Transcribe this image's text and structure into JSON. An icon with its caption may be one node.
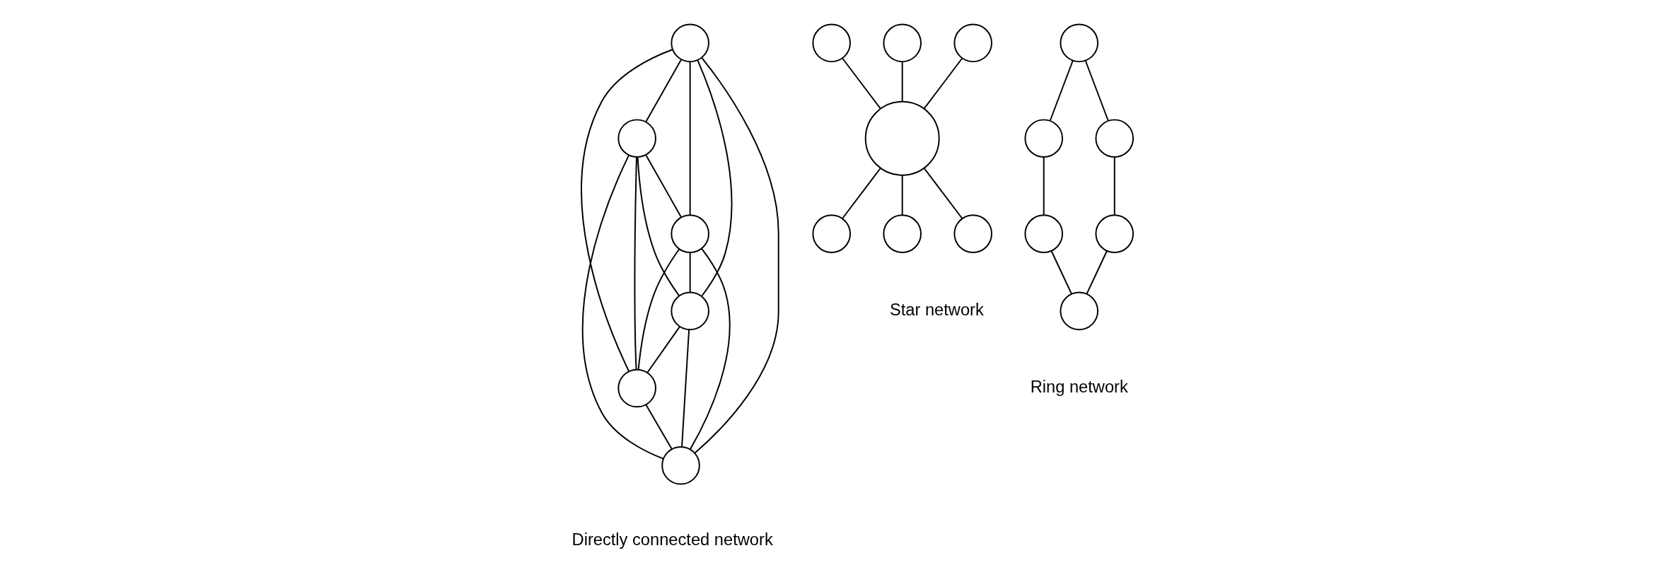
{
  "diagram": {
    "nodes": [
      {
        "text": [],
        "shape": "circle"
      },
      {
        "text": [],
        "shape": "circle"
      },
      {
        "text": [],
        "shape": "circle"
      },
      {
        "text": [],
        "shape": "circle"
      },
      {
        "text": [],
        "shape": "circle"
      },
      {
        "text": [],
        "shape": "circle"
      },
      {
        "text": [],
        "shape": "circle"
      },
      {
        "text": [],
        "shape": "circle"
      },
      {
        "text": [],
        "shape": "circle"
      },
      {
        "text": [],
        "shape": "circle"
      },
      {
        "text": [],
        "shape": "circle"
      },
      {
        "text": [],
        "shape": "circle"
      },
      {
        "text": [],
        "shape": "circle"
      },
      {
        "text": [],
        "shape": "circle"
      },
      {
        "text": [],
        "shape": "circle"
      },
      {
        "text": [],
        "shape": "circle"
      },
      {
        "text": [],
        "shape": "circle"
      },
      {
        "text": [],
        "shape": "circle"
      },
      {
        "text": [],
        "shape": "circle"
      }
    ],
    "edges": [
      {
        "from": 0,
        "to": 1,
        "arrow": "none"
      },
      {
        "from": 0,
        "to": 2,
        "arrow": "none"
      },
      {
        "from": 0,
        "to": 3,
        "arrow": "none"
      },
      {
        "from": 0,
        "to": 4,
        "arrow": "none"
      },
      {
        "from": 0,
        "to": 5,
        "arrow": "none"
      },
      {
        "from": 1,
        "to": 2,
        "arrow": "none"
      },
      {
        "from": 1,
        "to": 3,
        "arrow": "none"
      },
      {
        "from": 1,
        "to": 4,
        "arrow": "none"
      },
      {
        "from": 1,
        "to": 5,
        "arrow": "none"
      },
      {
        "from": 2,
        "to": 3,
        "arrow": "none"
      },
      {
        "from": 2,
        "to": 4,
        "arrow": "none"
      },
      {
        "from": 2,
        "to": 5,
        "arrow": "none"
      },
      {
        "from": 3,
        "to": 4,
        "arrow": "none"
      },
      {
        "from": 3,
        "to": 5,
        "arrow": "none"
      },
      {
        "from": 4,
        "to": 5,
        "arrow": "none"
      },
      {
        "from": 6,
        "to": 9,
        "arrow": "none"
      },
      {
        "from": 7,
        "to": 9,
        "arrow": "none"
      },
      {
        "from": 8,
        "to": 9,
        "arrow": "none"
      },
      {
        "from": 9,
        "to": 10,
        "arrow": "none"
      },
      {
        "from": 9,
        "to": 11,
        "arrow": "none"
      },
      {
        "from": 9,
        "to": 12,
        "arrow": "none"
      },
      {
        "from": 13,
        "to": 14,
        "arrow": "none"
      },
      {
        "from": 13,
        "to": 15,
        "arrow": "none"
      },
      {
        "from": 14,
        "to": 16,
        "arrow": "none"
      },
      {
        "from": 15,
        "to": 17,
        "arrow": "none"
      },
      {
        "from": 16,
        "to": 18,
        "arrow": "none"
      },
      {
        "from": 17,
        "to": 18,
        "arrow": "none"
      }
    ],
    "labels": [
      "Directly connected network",
      "Star network",
      "Ring network"
    ]
  }
}
